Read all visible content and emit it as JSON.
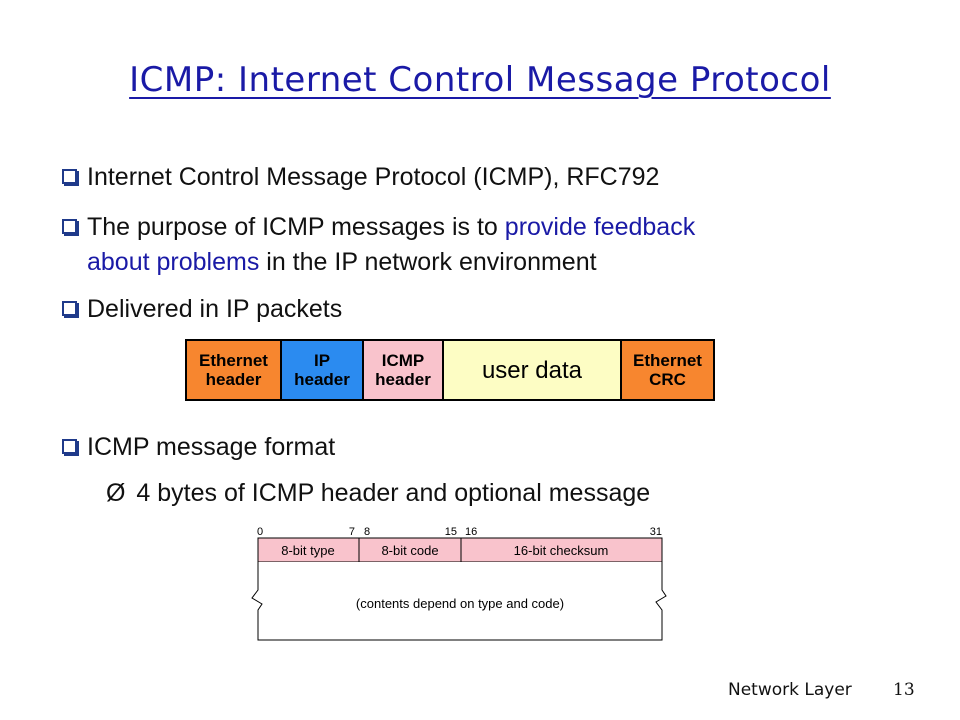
{
  "title": "ICMP: Internet Control Message Protocol",
  "bullets": [
    {
      "text": "Internet Control Message Protocol (ICMP), RFC792"
    },
    {
      "text_before": "The purpose of ICMP messages is to ",
      "highlight1": "provide feedback",
      "highlight2": "about problems",
      "text_after": " in the IP network environment"
    },
    {
      "text": "Delivered in IP packets"
    },
    {
      "text": "ICMP message format"
    }
  ],
  "sub_bullet": {
    "marker": "Ø",
    "text": "4 bytes of ICMP header and optional message"
  },
  "packet": {
    "segments": [
      {
        "label": "Ethernet\nheader",
        "color": "#f7862f"
      },
      {
        "label": "IP\nheader",
        "color": "#2b8bf0"
      },
      {
        "label": "ICMP\nheader",
        "color": "#f9c3cc"
      },
      {
        "label": "user data",
        "color": "#fdfdc4"
      },
      {
        "label": "Ethernet\nCRC",
        "color": "#f7862f"
      }
    ]
  },
  "format_diagram": {
    "bit_labels": [
      "0",
      "7",
      "8",
      "15",
      "16",
      "31"
    ],
    "fields": [
      "8-bit type",
      "8-bit code",
      "16-bit checksum"
    ],
    "body": "(contents depend on type and code)",
    "field_color": "#f9c3cc"
  },
  "footer": {
    "label": "Network Layer",
    "page": "13"
  }
}
